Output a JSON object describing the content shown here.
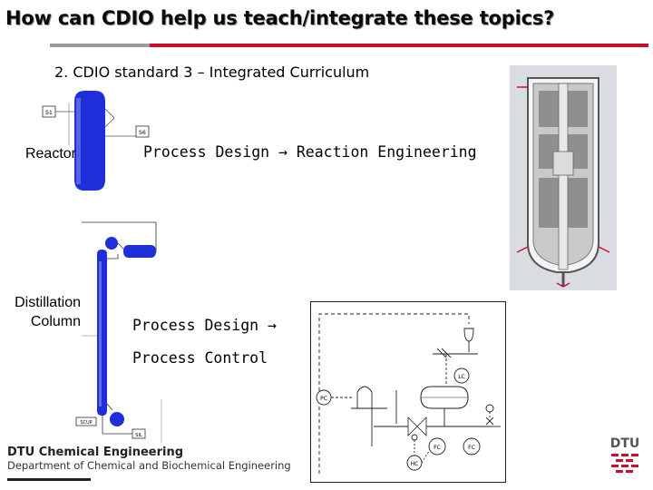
{
  "slide": {
    "title": "How can CDIO help us teach/integrate these topics?",
    "subtitle": "2. CDIO standard 3 – Integrated Curriculum",
    "reactor_label": "Reactor",
    "distillation_label": "Distillation Column",
    "reactor_line": "Process Design → Reaction Engineering",
    "distillation_line1": "Process Design →",
    "distillation_line2": "Process Control"
  },
  "diagram_tags": {
    "s1": "S1",
    "s6": "S6",
    "scup": "SCUP",
    "sil": "SIL",
    "lc": "LC",
    "pc": "PC",
    "fc": "FC",
    "fc2": "FC",
    "hc": "HC"
  },
  "footer": {
    "line1": "DTU Chemical Engineering",
    "line2": "Department of Chemical and Biochemical Engineering",
    "logo_text": "DTU"
  },
  "colors": {
    "accent_red": "#c8102e",
    "vessel_blue": "#1f2fd8"
  }
}
